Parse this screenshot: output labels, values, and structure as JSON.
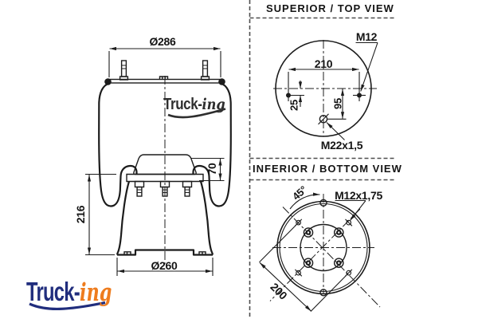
{
  "drawing": {
    "side_view": {
      "dim_top_diameter": "Ø286",
      "dim_total_height": "216",
      "dim_bumper_height": "70",
      "dim_base_diameter": "Ø260",
      "watermark_part1": "Truck-",
      "watermark_part2": "ing"
    },
    "top_view": {
      "title": "SUPERIOR / TOP VIEW",
      "dim_stud_spacing": "210",
      "dim_stud_offset": "25",
      "dim_port_offset": "95",
      "stud_thread": "M12",
      "air_port_thread": "M22x1,5"
    },
    "bottom_view": {
      "title": "INFERIOR / BOTTOM VIEW",
      "dim_bolt_angle": "45°",
      "stud_thread": "M12x1,75",
      "dim_bolt_circle": "200"
    }
  },
  "brand": {
    "logo_part1": "Truck-",
    "logo_part2": "ing",
    "navy": "#202d7d",
    "orange": "#ee7c1e"
  }
}
